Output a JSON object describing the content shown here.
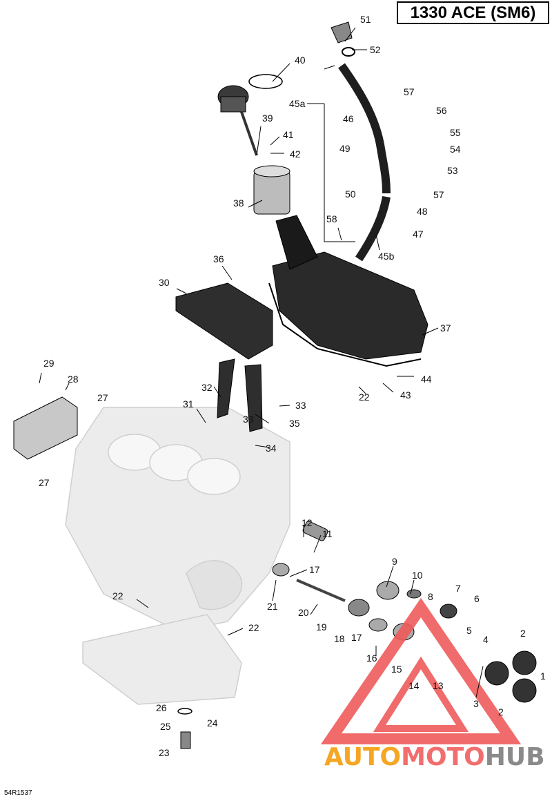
{
  "title": "1330 ACE (SM6)",
  "drawing_code": "54R1537",
  "watermark": {
    "part1": "AUTO",
    "part2": "MOTO",
    "part3": "HUB",
    "color_orange": "#f5a623",
    "color_red": "#f26d6d",
    "color_grey": "#8a8a8a"
  },
  "callouts": {
    "c51": "51",
    "c52": "52",
    "c40": "40",
    "c57a": "57",
    "c45a": "45a",
    "c46": "46",
    "c56": "56",
    "c39": "39",
    "c55": "55",
    "c41": "41",
    "c54": "54",
    "c42": "42",
    "c49": "49",
    "c53": "53",
    "c57b": "57",
    "c50": "50",
    "c48": "48",
    "c38": "38",
    "c58": "58",
    "c47": "47",
    "c45b": "45b",
    "c36": "36",
    "c30": "30",
    "c37": "37",
    "c29": "29",
    "c28": "28",
    "c44": "44",
    "c22a": "22",
    "c43": "43",
    "c32": "32",
    "c27a": "27",
    "c31": "31",
    "c33a": "33",
    "c33b": "33",
    "c35": "35",
    "c34": "34",
    "c27b": "27",
    "c12": "12",
    "c11": "11",
    "c9": "9",
    "c17a": "17",
    "c10": "10",
    "c21": "21",
    "c8": "8",
    "c7": "7",
    "c6": "6",
    "c22b": "22",
    "c20": "20",
    "c19": "19",
    "c18": "18",
    "c17b": "17",
    "c22c": "22",
    "c5": "5",
    "c2a": "2",
    "c4": "4",
    "c16": "16",
    "c15": "15",
    "c1": "1",
    "c14": "14",
    "c13": "13",
    "c3": "3",
    "c2b": "2",
    "c26": "26",
    "c24": "24",
    "c25": "25",
    "c23": "23"
  }
}
